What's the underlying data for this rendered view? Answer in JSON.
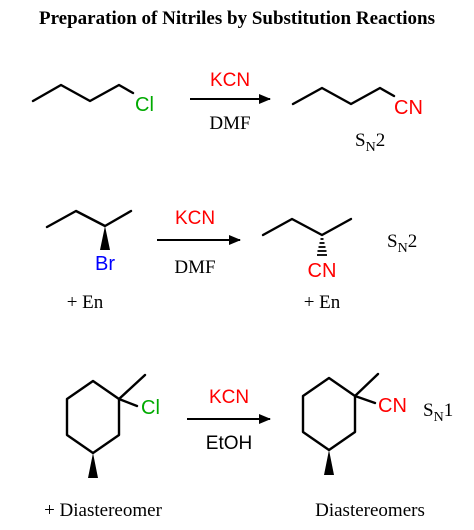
{
  "title": "Preparation of Nitriles by Substitution Reactions",
  "colors": {
    "reagent": "#ff0000",
    "nitrile": "#ff0000",
    "chlorine": "#00aa00",
    "bromine": "#0000ff",
    "text": "#000000"
  },
  "reactions": [
    {
      "substrate_atom": "Cl",
      "reagent": "KCN",
      "solvent": "DMF",
      "product_group": "CN",
      "mechanism_main": "S",
      "mechanism_sub": "N",
      "mechanism_order": "2"
    },
    {
      "substrate_atom": "Br",
      "reagent": "KCN",
      "solvent": "DMF",
      "product_group": "CN",
      "mechanism_main": "S",
      "mechanism_sub": "N",
      "mechanism_order": "2",
      "substrate_note": "+ En",
      "product_note": "+ En"
    },
    {
      "substrate_atom": "Cl",
      "reagent": "KCN",
      "solvent": "EtOH",
      "product_group": "CN",
      "mechanism_main": "S",
      "mechanism_sub": "N",
      "mechanism_order": "1",
      "substrate_note": "+ Diastereomer",
      "product_note": "Diastereomers"
    }
  ]
}
